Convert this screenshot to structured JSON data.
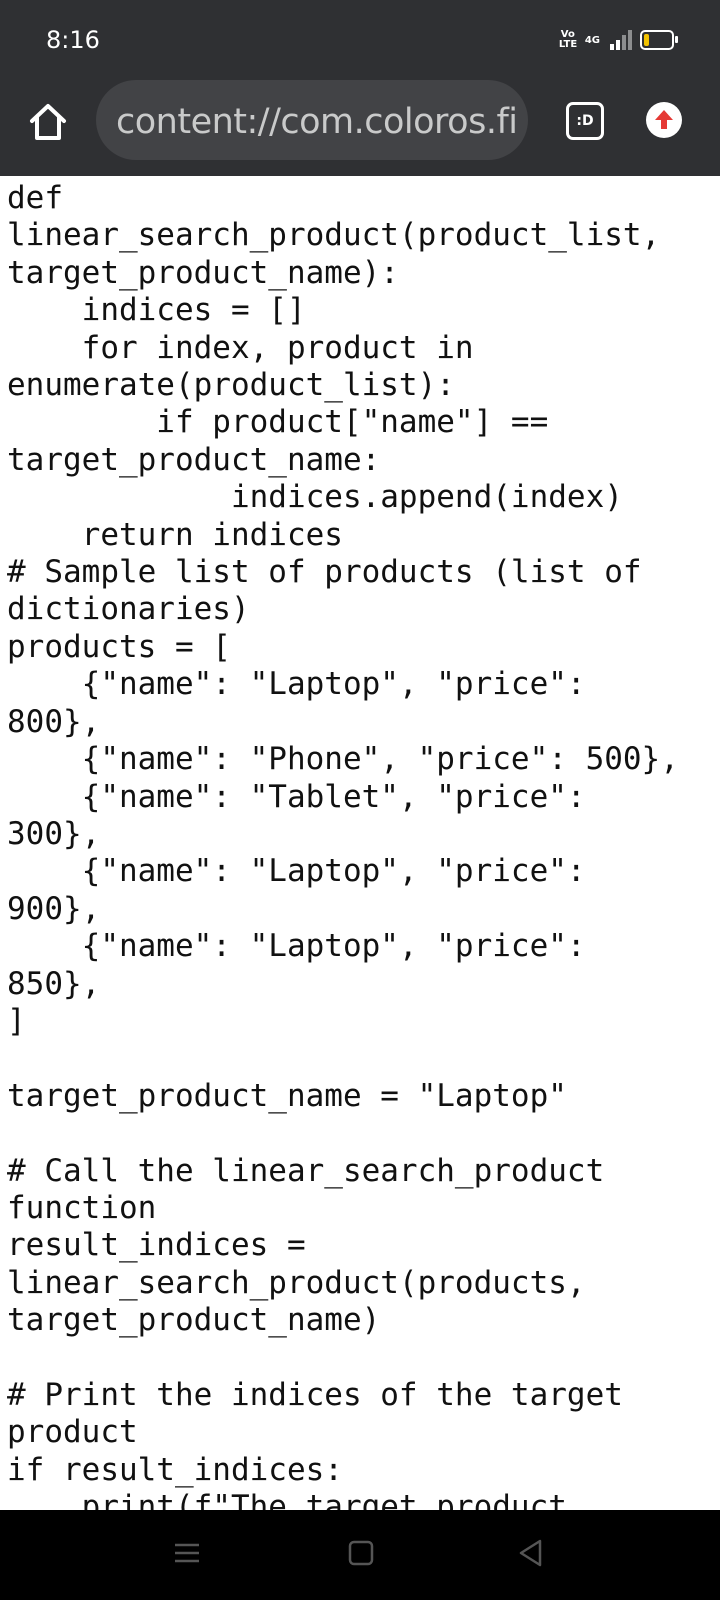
{
  "status_bar": {
    "time": "8:16",
    "volte_label": "Vo\nLTE",
    "network_label": "4G",
    "battery_level": 0.2
  },
  "browser": {
    "home_icon": "home-icon",
    "url_main": "content://com.coloros.fi",
    "tab_switcher_label": ":D",
    "upload_icon": "upload-arrow-icon"
  },
  "code_lines": [
    "def",
    "linear_search_product(product_list,",
    "target_product_name):",
    "    indices = []",
    "    for index, product in",
    "enumerate(product_list):",
    "        if product[\"name\"] ==",
    "target_product_name:",
    "            indices.append(index)",
    "    return indices",
    "# Sample list of products (list of",
    "dictionaries)",
    "products = [",
    "    {\"name\": \"Laptop\", \"price\":",
    "800},",
    "    {\"name\": \"Phone\", \"price\": 500},",
    "    {\"name\": \"Tablet\", \"price\":",
    "300},",
    "    {\"name\": \"Laptop\", \"price\":",
    "900},",
    "    {\"name\": \"Laptop\", \"price\":",
    "850},",
    "]",
    "",
    "target_product_name = \"Laptop\"",
    "",
    "# Call the linear_search_product",
    "function",
    "result_indices =",
    "linear_search_product(products,",
    "target_product_name)",
    "",
    "# Print the indices of the target",
    "product",
    "if result_indices:",
    "    print(f\"The target product"
  ],
  "nav_bar": {
    "menu_icon": "menu-icon",
    "home_icon": "square-home-icon",
    "back_icon": "back-triangle-icon"
  },
  "colors": {
    "chrome_background": "#2f3033",
    "url_bar_background": "#424346",
    "upload_arrow": "#e53935",
    "battery_fill": "#f2c200"
  }
}
